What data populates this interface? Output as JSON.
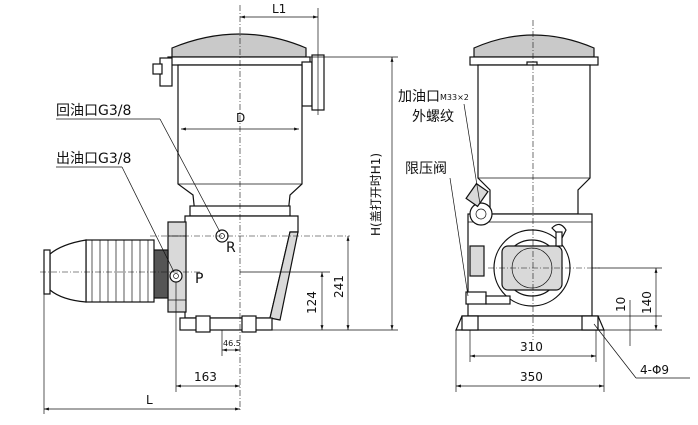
{
  "labels": {
    "return_port": "回油口G3/8",
    "outlet_port": "出油口G3/8",
    "fill_port_prefix": "加油口",
    "fill_port_size": "M33×2",
    "fill_port_thread": "外螺纹",
    "relief_valve": "限压阀",
    "port_r": "R",
    "port_p": "P",
    "diameter_d": "D",
    "height_h": "H(盖打开时H1)"
  },
  "dimensions": {
    "l1": "L1",
    "l": "L",
    "d163": "163",
    "d46_5": "46.5",
    "d124": "124",
    "d241": "241",
    "d310": "310",
    "d350": "350",
    "d10": "10",
    "d140": "140",
    "holes": "4-Φ9"
  }
}
